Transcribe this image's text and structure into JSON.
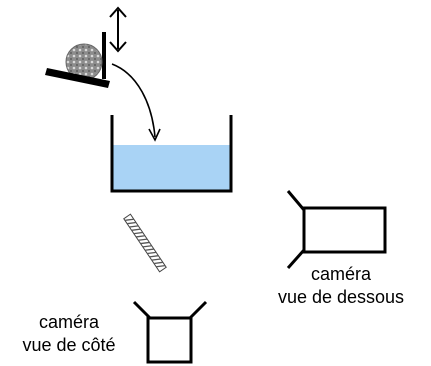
{
  "labels": {
    "bottom_camera_line1": "caméra",
    "bottom_camera_line2": "vue de dessous",
    "side_camera_line1": "caméra",
    "side_camera_line2": "vue de côté"
  },
  "colors": {
    "water": "#a9d3f5",
    "stroke": "#000000",
    "ball": "#8c8c8c",
    "mirror_hatch": "#555555"
  },
  "icons": {
    "updown_arrow": "double-headed vertical arrow",
    "trajectory_arrow": "curved arrow"
  }
}
